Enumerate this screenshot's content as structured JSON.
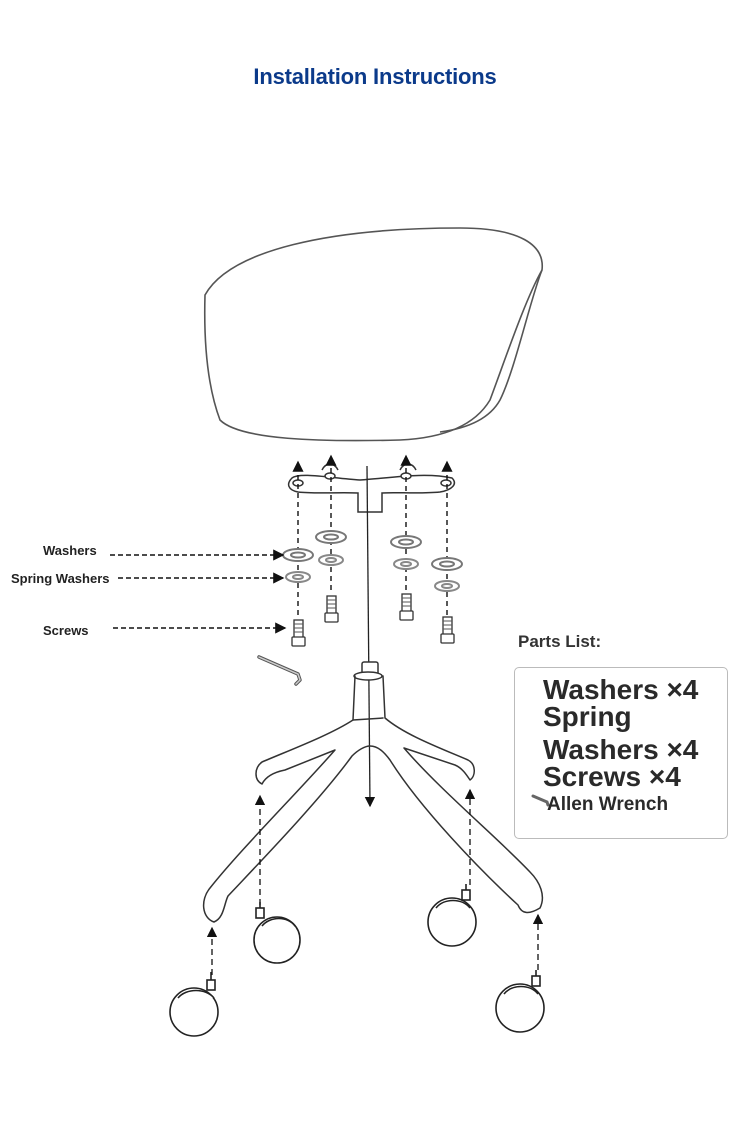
{
  "title": "Installation Instructions",
  "labels": {
    "washers": "Washers",
    "spring_washers": "Spring Washers",
    "screws": "Screws"
  },
  "parts_list": {
    "heading": "Parts List:",
    "items": [
      "Washers ×4",
      "Spring",
      "Washers ×4",
      "Screws ×4",
      "Allen Wrench"
    ]
  },
  "colors": {
    "title": "#0b3a8a",
    "line": "#333333",
    "box_border": "#bbbbbb"
  }
}
